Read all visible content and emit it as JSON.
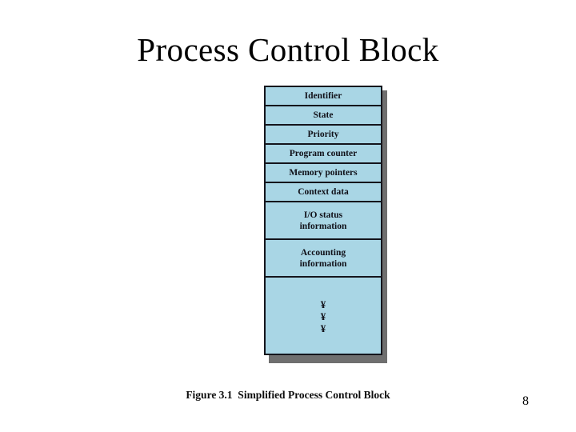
{
  "slide": {
    "title": "Process Control Block",
    "page_number": "8",
    "background_color": "#ffffff"
  },
  "figure": {
    "caption": "Figure 3.1  Simplified Process Control Block",
    "fill_color": "#a9d6e5",
    "border_color": "#14151c",
    "shadow_color": "#6f6f6f",
    "rows": [
      {
        "label": "Identifier",
        "size": "single"
      },
      {
        "label": "State",
        "size": "single"
      },
      {
        "label": "Priority",
        "size": "single"
      },
      {
        "label": "Program counter",
        "size": "single"
      },
      {
        "label": "Memory pointers",
        "size": "single"
      },
      {
        "label": "Context data",
        "size": "single"
      },
      {
        "label": "I/O status\ninformation",
        "size": "double"
      },
      {
        "label": "Accounting\ninformation",
        "size": "double"
      },
      {
        "label": "",
        "size": "block"
      }
    ],
    "continuation_glyphs": [
      "¥",
      "¥",
      "¥"
    ]
  }
}
